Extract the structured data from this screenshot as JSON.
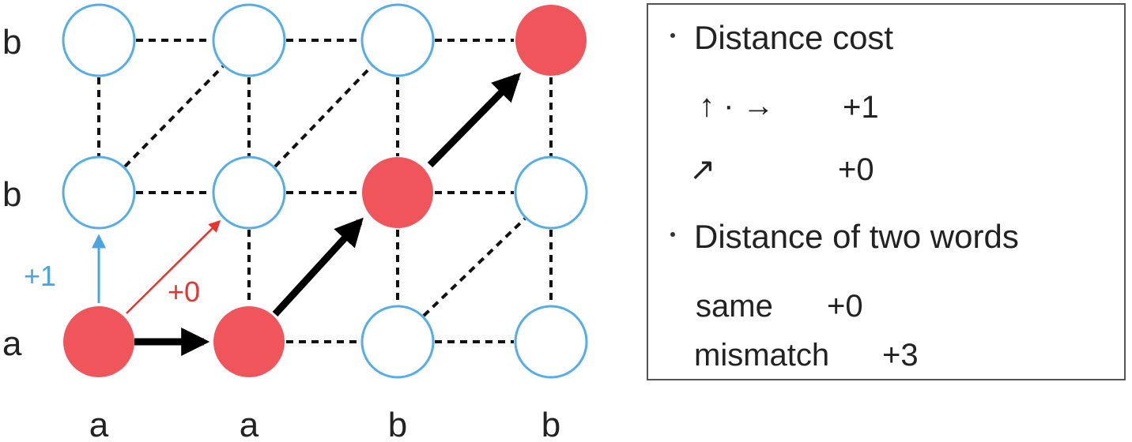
{
  "row_labels": [
    "b",
    "b",
    "a"
  ],
  "col_labels": [
    "a",
    "a",
    "b",
    "b"
  ],
  "nodes": [
    {
      "id": "r0c0",
      "filled": false
    },
    {
      "id": "r0c1",
      "filled": false
    },
    {
      "id": "r0c2",
      "filled": false
    },
    {
      "id": "r0c3",
      "filled": true
    },
    {
      "id": "r1c0",
      "filled": false
    },
    {
      "id": "r1c1",
      "filled": false
    },
    {
      "id": "r1c2",
      "filled": true
    },
    {
      "id": "r1c3",
      "filled": false
    },
    {
      "id": "r2c0",
      "filled": true
    },
    {
      "id": "r2c1",
      "filled": true
    },
    {
      "id": "r2c2",
      "filled": false
    },
    {
      "id": "r2c3",
      "filled": false
    }
  ],
  "path": [
    "r2c0",
    "r2c1",
    "r1c2",
    "r0c3"
  ],
  "annotations": {
    "up_cost": "+1",
    "diag_cost": "+0"
  },
  "colors": {
    "filled_node": "#f0555b",
    "open_node_stroke": "#55aee8",
    "up_annotation": "#4aa6e0",
    "diag_annotation": "#e8332e",
    "path_arrow": "#000000",
    "dashed_edge": "#111111"
  },
  "legend": {
    "section1_title": "Distance cost",
    "row1_symbols": "↑ · →",
    "row1_cost": "+1",
    "row2_symbol": "↗",
    "row2_cost": "+0",
    "section2_title": "Distance of two words",
    "same_label": "same",
    "same_cost": "+0",
    "mismatch_label": "mismatch",
    "mismatch_cost": "+3"
  }
}
